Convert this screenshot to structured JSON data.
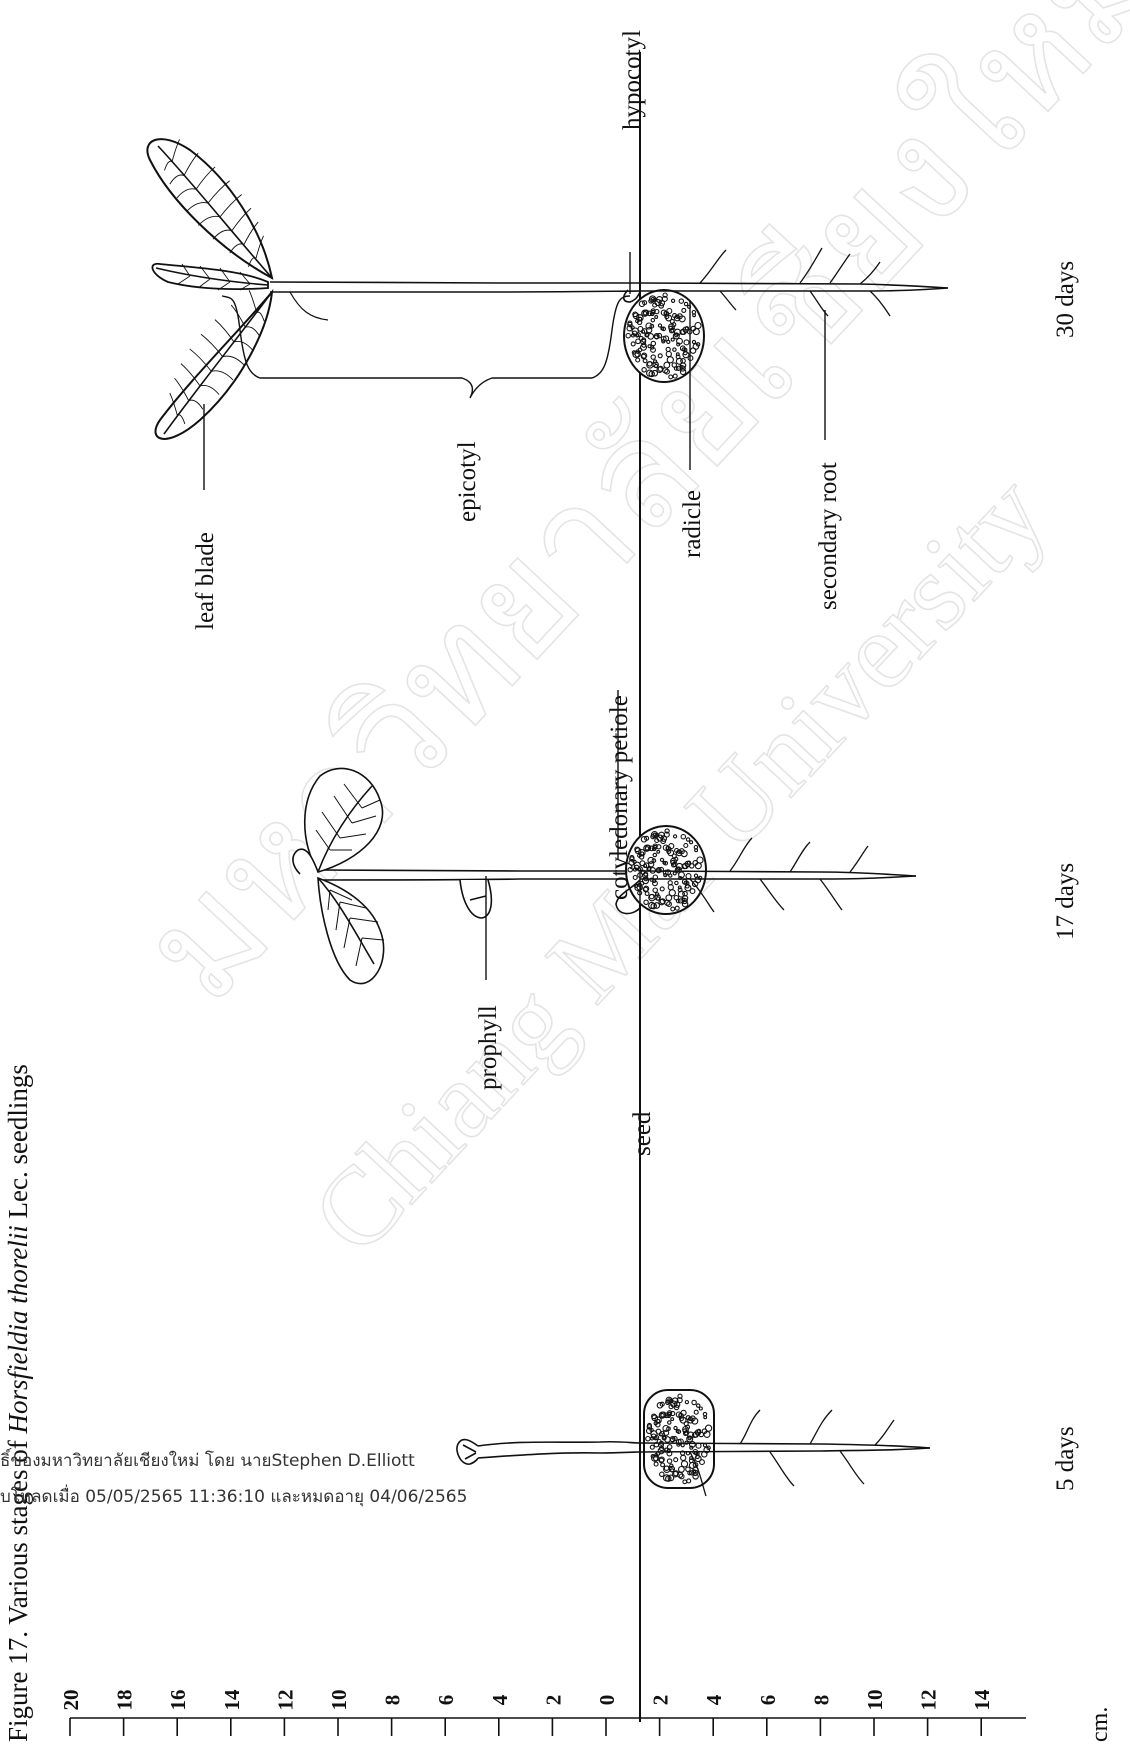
{
  "figure": {
    "caption_prefix": "Figure 17. Various stages of ",
    "caption_species": "Horsfieldia thorelii",
    "caption_suffix": " Lec. seedlings"
  },
  "scale": {
    "unit": "cm.",
    "ticks": [
      "20",
      "18",
      "16",
      "14",
      "12",
      "10",
      "8",
      "6",
      "4",
      "2",
      "0",
      "2",
      "4",
      "6",
      "8",
      "10",
      "12",
      "14"
    ]
  },
  "stages": [
    "5 days",
    "17 days",
    "30 days"
  ],
  "labels": {
    "leaf_blade": "leaf blade",
    "epicotyl": "epicotyl",
    "cotyledonary_petiole": "cotyledonary petiole",
    "radicle": "radicle",
    "secondary_root": "secondary root",
    "hypocotyl": "hypocotyl",
    "prophyll": "prophyll",
    "seed": "seed"
  },
  "watermark": {
    "line1": "ธิ์ของมหาวิทยาลัยเชียงใหม่ โดย นายStephen D.Elliott",
    "line2": "บโหลดเมื่อ 05/05/2565 11:36:10 และหมดอายุ 04/06/2565",
    "thai_text": "มหาวิทยาลัยเชียงใหม่",
    "english_text": "Chiang Mai University"
  }
}
